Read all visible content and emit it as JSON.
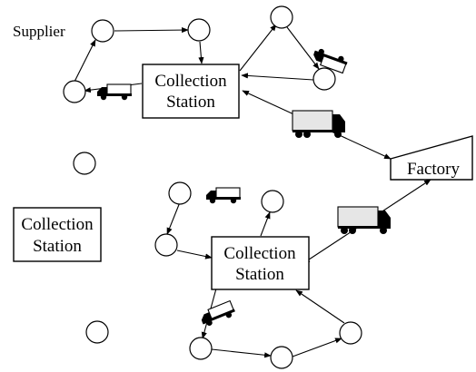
{
  "labels": {
    "supplier": "Supplier",
    "factory": "Factory",
    "station_top": [
      "Collection",
      "Station"
    ],
    "station_center": [
      "Collection",
      "Station"
    ],
    "station_left": [
      "Collection",
      "Station"
    ]
  },
  "vehicles": {
    "van_icon": "delivery-van-icon",
    "truck_icon": "cargo-truck-icon"
  },
  "colors": {
    "stroke": "#000000",
    "background": "#ffffff",
    "truck_container": "#e6e6e6"
  }
}
